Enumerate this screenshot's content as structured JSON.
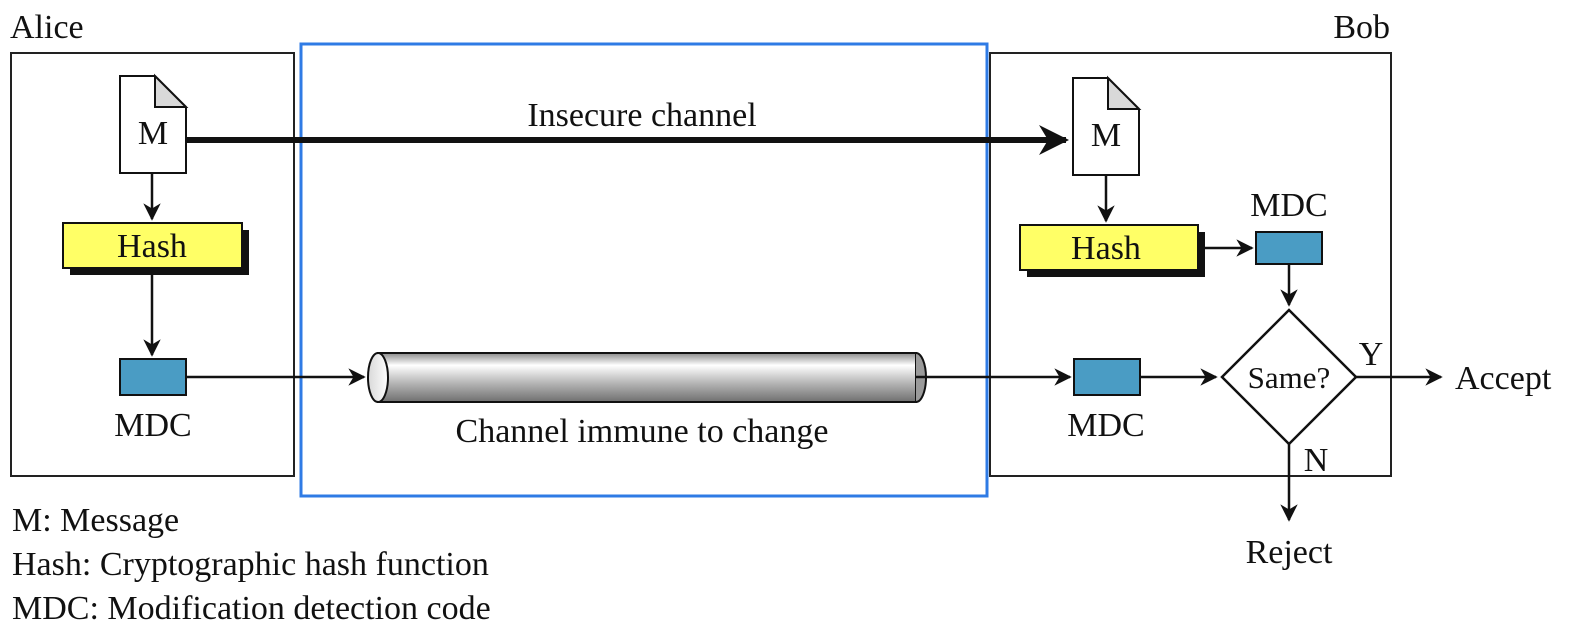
{
  "parties": {
    "sender": "Alice",
    "receiver": "Bob"
  },
  "sender": {
    "message_label": "M",
    "hash_label": "Hash",
    "mdc_label": "MDC"
  },
  "receiver": {
    "message_label": "M",
    "hash_label": "Hash",
    "mdc_top_label": "MDC",
    "mdc_bottom_label": "MDC",
    "compare_label": "Same?",
    "yes_label": "Y",
    "no_label": "N",
    "accept_label": "Accept",
    "reject_label": "Reject"
  },
  "channels": {
    "insecure": "Insecure channel",
    "immune": "Channel immune to change"
  },
  "legend": [
    "M: Message",
    "Hash: Cryptographic hash function",
    "MDC: Modification detection code"
  ],
  "colors": {
    "hash_fill": "#ffff66",
    "mdc_fill": "#4a9cc4",
    "highlight_border": "#2f7be5"
  }
}
